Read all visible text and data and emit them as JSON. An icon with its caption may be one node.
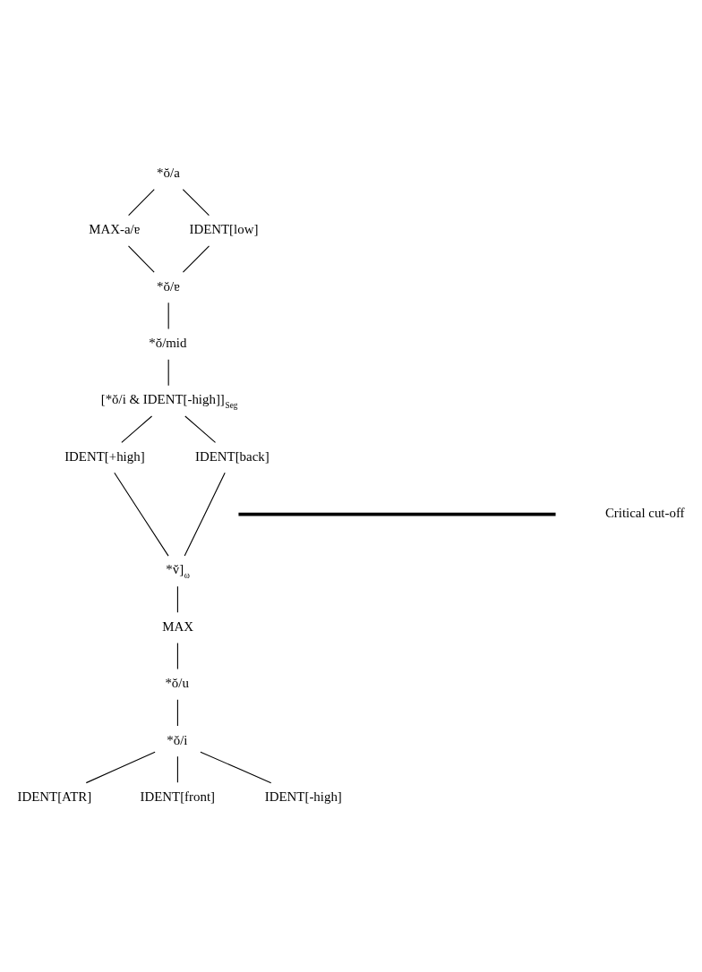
{
  "diagram": {
    "nodes": [
      {
        "text": [
          "*ŏ/a"
        ]
      },
      {
        "text": [
          "MAX-a/ɐ"
        ]
      },
      {
        "text": [
          "IDENT[low]"
        ]
      },
      {
        "text": [
          "*ŏ/ɐ"
        ]
      },
      {
        "text": [
          "*ŏ/mid"
        ]
      },
      {
        "text": [
          "[*ŏ/i & IDENT[-high]]$_{Seg}$"
        ]
      },
      {
        "text": [
          "IDENT[+high]"
        ]
      },
      {
        "text": [
          "IDENT[back]"
        ]
      },
      {
        "text": [
          "*v̆]$_{ω}$"
        ]
      },
      {
        "text": [
          "MAX"
        ]
      },
      {
        "text": [
          "*ŏ/u"
        ]
      },
      {
        "text": [
          "*ŏ/i"
        ]
      },
      {
        "text": [
          "IDENT[ATR]"
        ]
      },
      {
        "text": [
          "IDENT[front]"
        ]
      },
      {
        "text": [
          "IDENT[-high]"
        ]
      }
    ],
    "edges": [
      {
        "from": 0,
        "to": 1,
        "arrow": "none"
      },
      {
        "from": 0,
        "to": 2,
        "arrow": "none"
      },
      {
        "from": 1,
        "to": 3,
        "arrow": "none"
      },
      {
        "from": 2,
        "to": 3,
        "arrow": "none"
      },
      {
        "from": 3,
        "to": 4,
        "arrow": "none"
      },
      {
        "from": 4,
        "to": 5,
        "arrow": "none"
      },
      {
        "from": 5,
        "to": 6,
        "arrow": "none"
      },
      {
        "from": 5,
        "to": 7,
        "arrow": "none"
      },
      {
        "from": 6,
        "to": 8,
        "arrow": "none"
      },
      {
        "from": 7,
        "to": 8,
        "arrow": "none"
      },
      {
        "from": 8,
        "to": 9,
        "arrow": "none"
      },
      {
        "from": 9,
        "to": 10,
        "arrow": "none"
      },
      {
        "from": 10,
        "to": 11,
        "arrow": "none"
      },
      {
        "from": 11,
        "to": 12,
        "arrow": "none"
      },
      {
        "from": 11,
        "to": 13,
        "arrow": "none"
      },
      {
        "from": 11,
        "to": 14,
        "arrow": "none"
      }
    ],
    "labels": [
      "Critical cut-off"
    ]
  }
}
